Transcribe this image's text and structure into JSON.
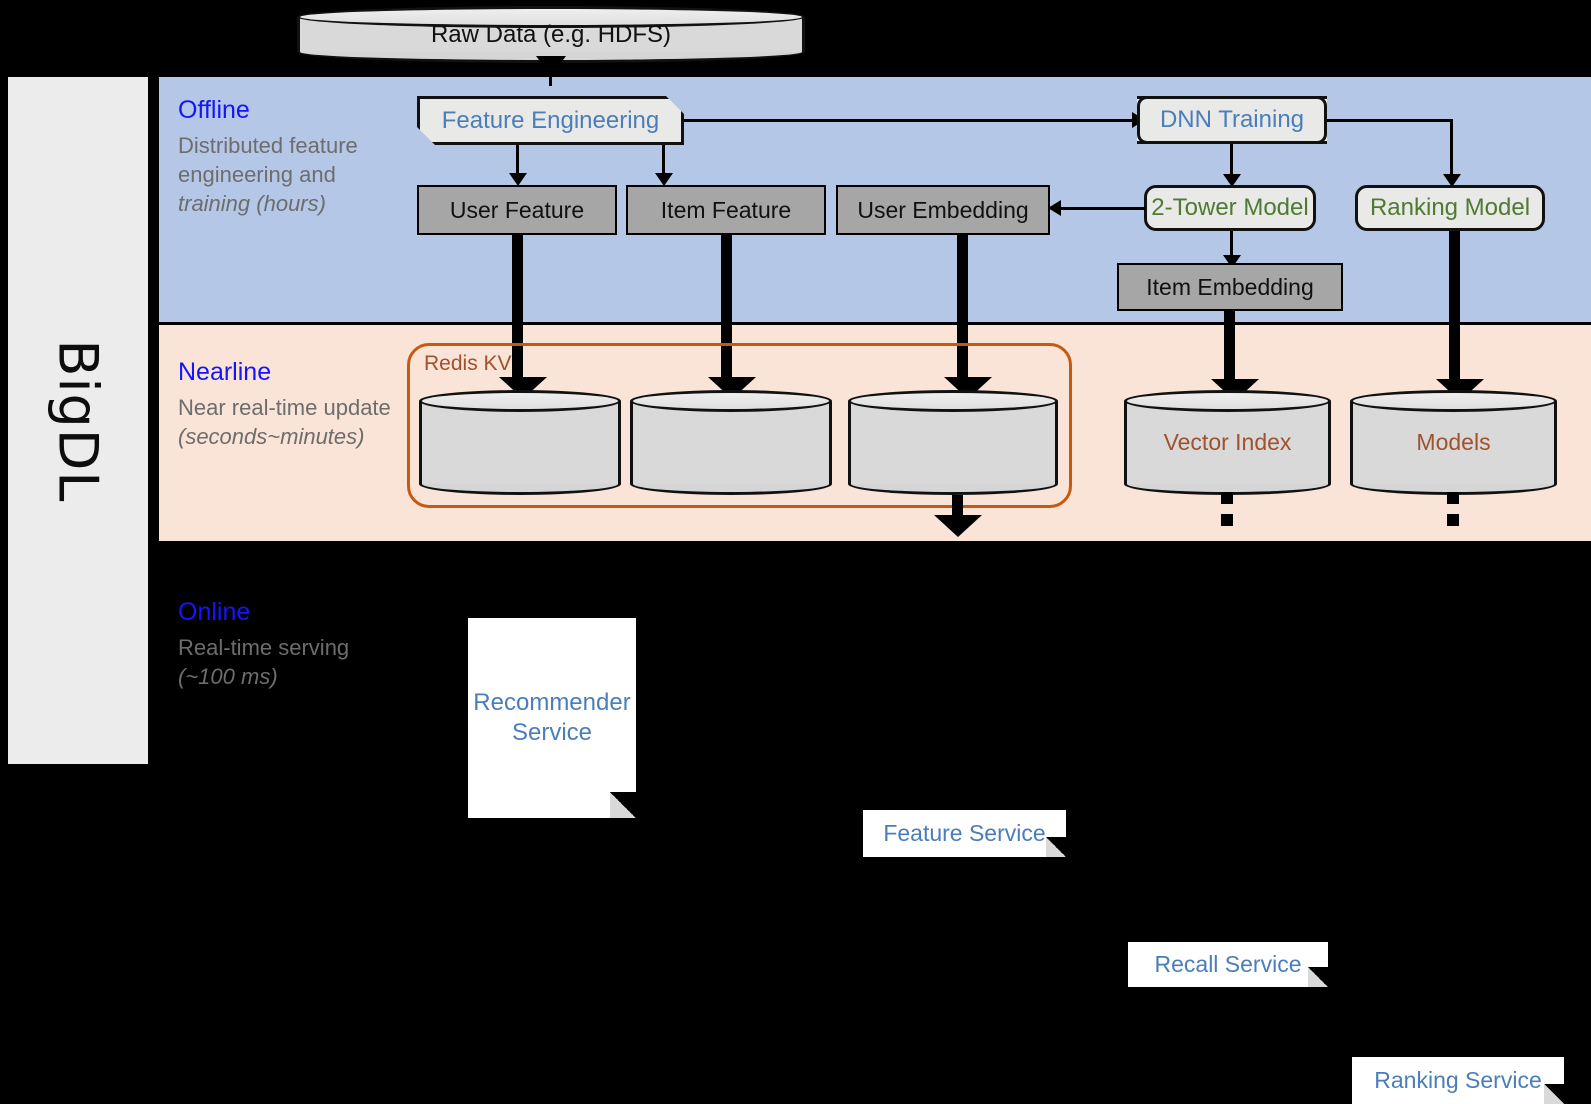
{
  "sidebar": {
    "label": "BigDL"
  },
  "bands": [
    {
      "key": "offline",
      "title": "Offline",
      "subtitle": "Distributed feature engineering and ",
      "italic": "training (hours)",
      "bg": "#b4c7e7"
    },
    {
      "key": "nearline",
      "title": "Nearline",
      "subtitle": "Near real-time update ",
      "italic": "(seconds~minutes)",
      "bg": "#fae3d7"
    },
    {
      "key": "online",
      "title": "Online",
      "subtitle": "Real-time serving ",
      "italic": "(~100 ms)",
      "bg": "#000000"
    }
  ],
  "offline": {
    "source": {
      "label": "Raw Data (e.g. HDFS)"
    },
    "feature_engineering": {
      "label": "Feature Engineering"
    },
    "dnn_training": {
      "label": "DNN Training"
    },
    "two_tower_model": {
      "label": "2-Tower Model"
    },
    "ranking_model": {
      "label": "Ranking Model"
    },
    "user_feature": {
      "label": "User Feature"
    },
    "item_feature": {
      "label": "Item Feature"
    },
    "user_embedding": {
      "label": "User Embedding"
    },
    "item_embedding": {
      "label": "Item Embedding"
    }
  },
  "nearline": {
    "redis_kv": {
      "label": "Redis KV"
    },
    "stores": [
      {
        "label": ""
      },
      {
        "label": ""
      },
      {
        "label": ""
      }
    ],
    "vector_index": {
      "label": "Vector Index"
    },
    "models": {
      "label": "Models"
    }
  },
  "online": {
    "recommender_service": {
      "label": "Recommender Service"
    },
    "feature_service": {
      "label": "Feature Service"
    },
    "recall_service": {
      "label": "Recall Service"
    },
    "ranking_service": {
      "label": "Ranking Service"
    }
  },
  "colors": {
    "offline_bg": "#b4c7e7",
    "nearline_bg": "#fae3d7",
    "online_bg": "#000000",
    "band_title": "#1414ff",
    "band_sub": "#6d6d6d",
    "process_text": "#4a7ebb",
    "model_text": "#4e7a32",
    "store_text": "#a0522d",
    "redis_border": "#c55a11",
    "grey_box": "#a6a6a6",
    "sidebar_bg": "#ececec"
  }
}
